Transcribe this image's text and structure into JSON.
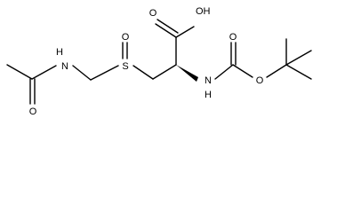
{
  "molecule": {
    "atoms": {
      "amide_n": "N",
      "amide_h": "H",
      "amide_o": "O",
      "sulfur": "S",
      "sulfoxide_o": "O",
      "acid_o": "O",
      "acid_oh": "OH",
      "carbamate_n": "N",
      "carbamate_h": "H",
      "carbonyl_o": "O",
      "ester_o": "O"
    }
  }
}
